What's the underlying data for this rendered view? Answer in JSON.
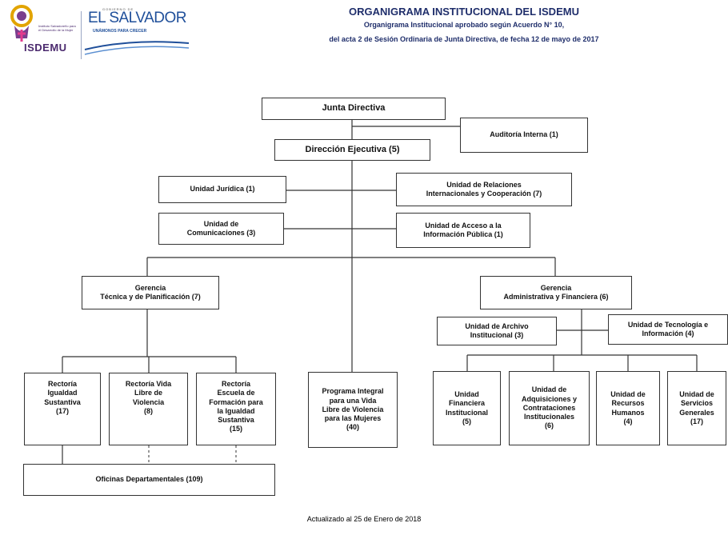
{
  "header": {
    "title": "ORGANIGRAMA INSTITUCIONAL DEL ISDEMU",
    "subtitle_1": "Organigrama Institucional aprobado según Acuerdo N° 10,",
    "subtitle_2": "del acta 2 de Sesión Ordinaria de Junta Directiva, de fecha 12 de mayo de 2017"
  },
  "logos": {
    "isdemu": "ISDEMU",
    "isdemu_full": "Instituto Salvadoreño para el Desarrollo de la Mujer",
    "gobierno": "GOBIERNO DE",
    "el_salvador": "EL SALVADOR",
    "slogan": "UNÁMONOS PARA CRECER"
  },
  "org": {
    "junta": "Junta Directiva",
    "auditoria": "Auditoría Interna   (1)",
    "direccion": "Dirección Ejecutiva  (5)",
    "juridica": "Unidad Jurídica  (1)",
    "relaciones": "Unidad de Relaciones\nInternacionales y Cooperación (7)",
    "comunicaciones": "Unidad de\nComunicaciones (3)",
    "acceso": "Unidad de Acceso a la\nInformación Pública  (1)",
    "gerencia_tecnica": "Gerencia\nTécnica y de Planificación  (7)",
    "gerencia_admin": "Gerencia\nAdministrativa y Financiera  (6)",
    "archivo": "Unidad de Archivo\nInstitucional  (3)",
    "tecnologia": "Unidad de Tecnología e\nInformación  (4)",
    "rectoria_igualdad": "Rectoría\nIgualdad\nSustantiva\n(17)",
    "rectoria_vida": "Rectoría Vida\nLibre de\nViolencia\n(8)",
    "rectoria_escuela": "Rectoría\nEscuela de\nFormación para\nla Igualdad\nSustantiva\n(15)",
    "programa": "Programa Integral\npara una Vida\nLibre de Violencia\npara las Mujeres\n(40)",
    "financiera": "Unidad\nFinanciera\nInstitucional\n(5)",
    "adquisiciones": "Unidad de\nAdquisiciones y\nContrataciones\nInstitucionales\n(6)",
    "rrhh": "Unidad de\nRecursos\nHumanos\n(4)",
    "servicios": "Unidad de\nServicios\nGenerales\n(17)",
    "oficinas": "Oficinas Departamentales  (109)"
  },
  "footer": "Actualizado al 25 de Enero de 2018",
  "colors": {
    "header": "#1f2e6b",
    "line": "#333333",
    "isdemu_purple": "#4b2a6e",
    "gob_blue": "#1f4f9a"
  }
}
